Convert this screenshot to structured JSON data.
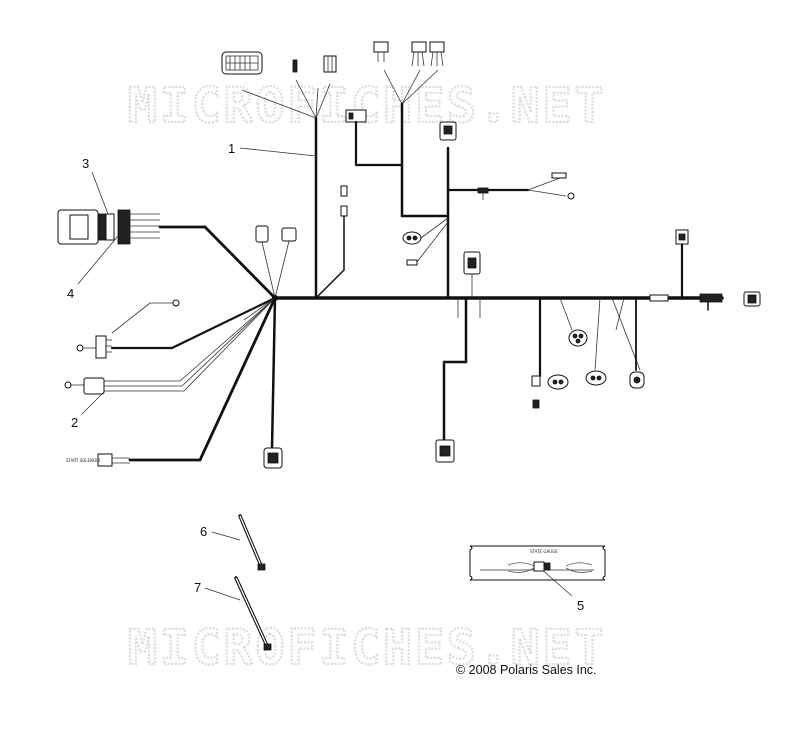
{
  "watermarks": [
    "MICROFICHES.NET",
    "MICROFICHES.NET"
  ],
  "callouts": {
    "c1": "1",
    "c2": "2",
    "c3": "3",
    "c4": "4",
    "c5": "5",
    "c6": "6",
    "c7": "7"
  },
  "labels": {
    "start_solenoid": "START SOLENOID",
    "state_gauge": "STATE GAUGE"
  },
  "copyright": "© 2008 Polaris Sales Inc."
}
